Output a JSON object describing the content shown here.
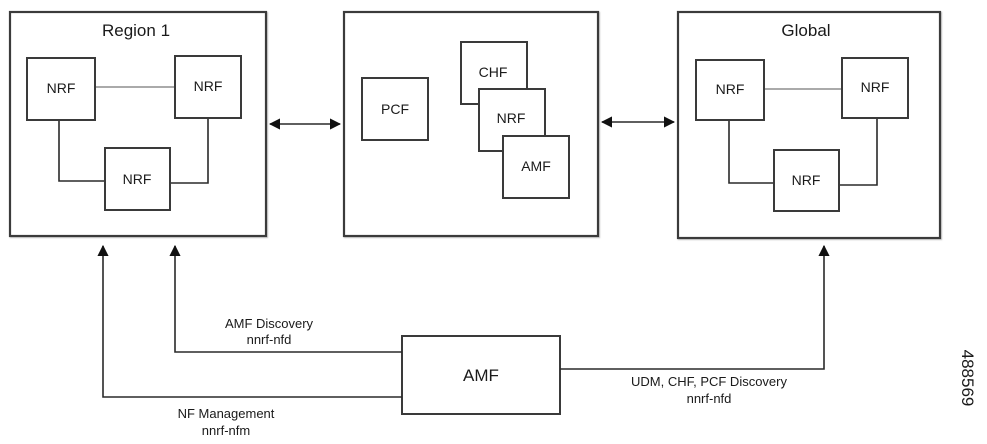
{
  "diagram": {
    "region1": {
      "title": "Region 1",
      "nodes": [
        "NRF",
        "NRF",
        "NRF"
      ]
    },
    "middle": {
      "pcf": "PCF",
      "stack": [
        "CHF",
        "NRF",
        "AMF"
      ]
    },
    "global": {
      "title": "Global",
      "nodes": [
        "NRF",
        "NRF",
        "NRF"
      ]
    },
    "amf": {
      "label": "AMF"
    },
    "links": {
      "amf_discovery": [
        "AMF Discovery",
        "nnrf-nfd"
      ],
      "nf_management": [
        "NF Management",
        "nnrf-nfm"
      ],
      "udm_discovery": [
        "UDM, CHF, PCF Discovery",
        "nnrf-nfd"
      ]
    },
    "figure_number": "488569"
  }
}
